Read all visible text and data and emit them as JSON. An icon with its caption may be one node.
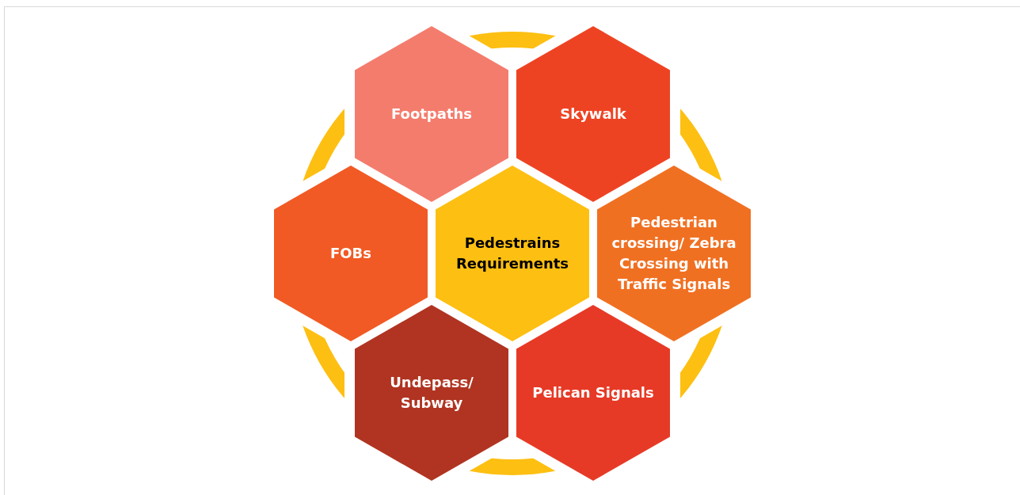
{
  "diagram": {
    "nodes": [
      {
        "text": [
          "Footpaths"
        ]
      },
      {
        "text": [
          "Skywalk"
        ]
      },
      {
        "text": [
          "FOBs"
        ]
      },
      {
        "text": [
          "Pedestrains Requirements"
        ]
      },
      {
        "text": [
          "Pedestrian crossing/ Zebra Crossing with Traffic Signals"
        ]
      },
      {
        "text": [
          "Undepass/ Subway"
        ]
      },
      {
        "text": [
          "Pelican Signals"
        ]
      }
    ]
  }
}
